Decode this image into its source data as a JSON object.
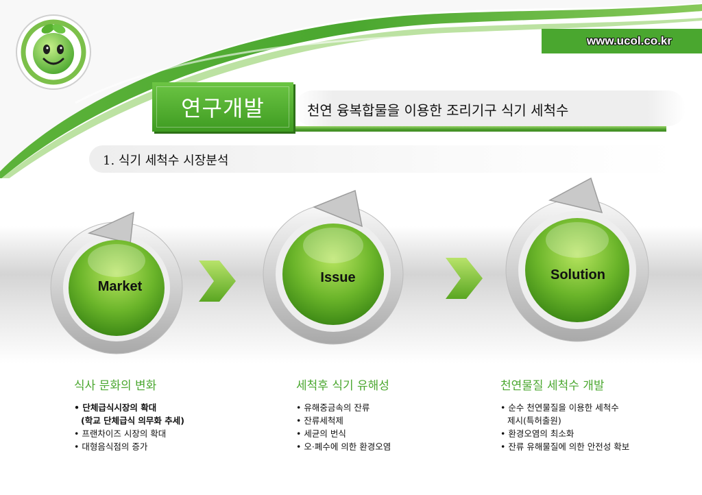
{
  "website": {
    "url": "www.ucol.co.kr"
  },
  "header": {
    "section_label": "연구개발",
    "subtitle": "천연 융복합물을 이용한 조리기구 식기 세척수"
  },
  "section": {
    "title": "1. 식기 세척수 시장분석"
  },
  "cycles": [
    {
      "label": "Market"
    },
    {
      "label": "Issue"
    },
    {
      "label": "Solution"
    }
  ],
  "columns": [
    {
      "heading": "식사 문화의 변화",
      "items": [
        {
          "text": "단체급식시장의 확대",
          "bold": true
        },
        {
          "text": "(학교  단체급식 의무화 추세)",
          "bold": true,
          "continuation": true
        },
        {
          "text": "프랜차이즈 시장의 확대"
        },
        {
          "text": "대형음식점의 증가"
        }
      ]
    },
    {
      "heading": "세척후 식기 유해성",
      "items": [
        {
          "text": "유해중금속의 잔류"
        },
        {
          "text": "잔류세척제"
        },
        {
          "text": "세균의 번식"
        },
        {
          "text": "오·폐수에 의한 환경오염"
        }
      ]
    },
    {
      "heading": "천연물질 세척수 개발",
      "items": [
        {
          "text": "순수 천연물질을 이용한 세척수"
        },
        {
          "text": "제시(특허출원)",
          "continuation": true
        },
        {
          "text": "환경오염의 최소화"
        },
        {
          "text": " 잔류 유해물질에 의한 안전성 확보"
        }
      ]
    }
  ],
  "colors": {
    "brand_green": "#4aa72f",
    "dark_green": "#3e9b21",
    "text": "#111111"
  },
  "icons": {
    "logo": "smiling-apple-logo-icon",
    "arrow": "chevron-right-icon",
    "cycle": "circular-arrow-icon"
  }
}
